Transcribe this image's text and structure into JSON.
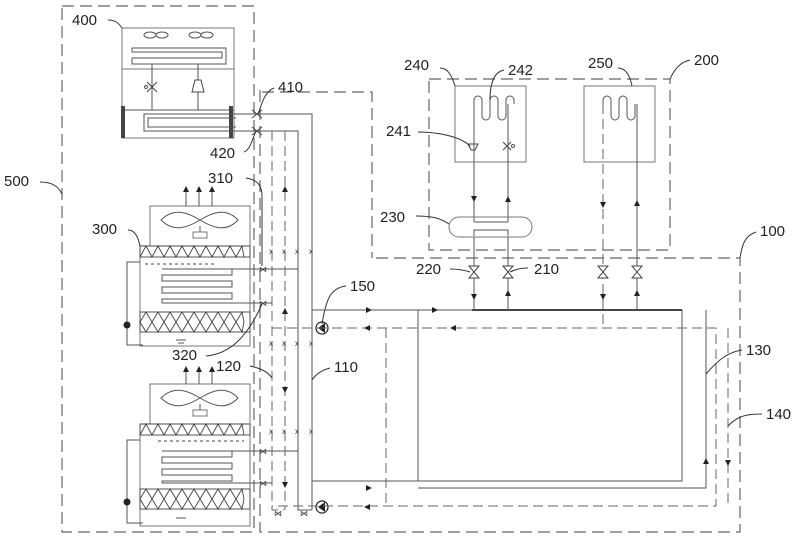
{
  "diagram": {
    "type": "patent schematic - cooling / heat exchange system",
    "labels": {
      "l100": "100",
      "l110": "110",
      "l120": "120",
      "l130": "130",
      "l140": "140",
      "l150": "150",
      "l200": "200",
      "l210": "210",
      "l220": "220",
      "l230": "230",
      "l240": "240",
      "l241": "241",
      "l242": "242",
      "l250": "250",
      "l300": "300",
      "l310": "310",
      "l320": "320",
      "l400": "400",
      "l410": "410",
      "l420": "420",
      "l500": "500"
    },
    "components": [
      {
        "id": "100",
        "role": "main loop region (dashed boundary)"
      },
      {
        "id": "110",
        "role": "supply pipe"
      },
      {
        "id": "120",
        "role": "return pipe"
      },
      {
        "id": "130",
        "role": "solid pipe loop"
      },
      {
        "id": "140",
        "role": "dashed pipe loop"
      },
      {
        "id": "150",
        "role": "circulation pump"
      },
      {
        "id": "200",
        "role": "terminal group (dashed boundary)"
      },
      {
        "id": "210",
        "role": "valve"
      },
      {
        "id": "220",
        "role": "valve"
      },
      {
        "id": "230",
        "role": "heat exchanger / tank"
      },
      {
        "id": "240",
        "role": "terminal unit"
      },
      {
        "id": "241",
        "role": "nozzle"
      },
      {
        "id": "242",
        "role": "coil"
      },
      {
        "id": "250",
        "role": "terminal unit"
      },
      {
        "id": "300",
        "role": "cooling tower"
      },
      {
        "id": "310",
        "role": "valve"
      },
      {
        "id": "320",
        "role": "valve"
      },
      {
        "id": "400",
        "role": "chiller unit"
      },
      {
        "id": "410",
        "role": "valve"
      },
      {
        "id": "420",
        "role": "valve"
      },
      {
        "id": "500",
        "role": "outdoor equipment region (dashed boundary)"
      }
    ]
  }
}
